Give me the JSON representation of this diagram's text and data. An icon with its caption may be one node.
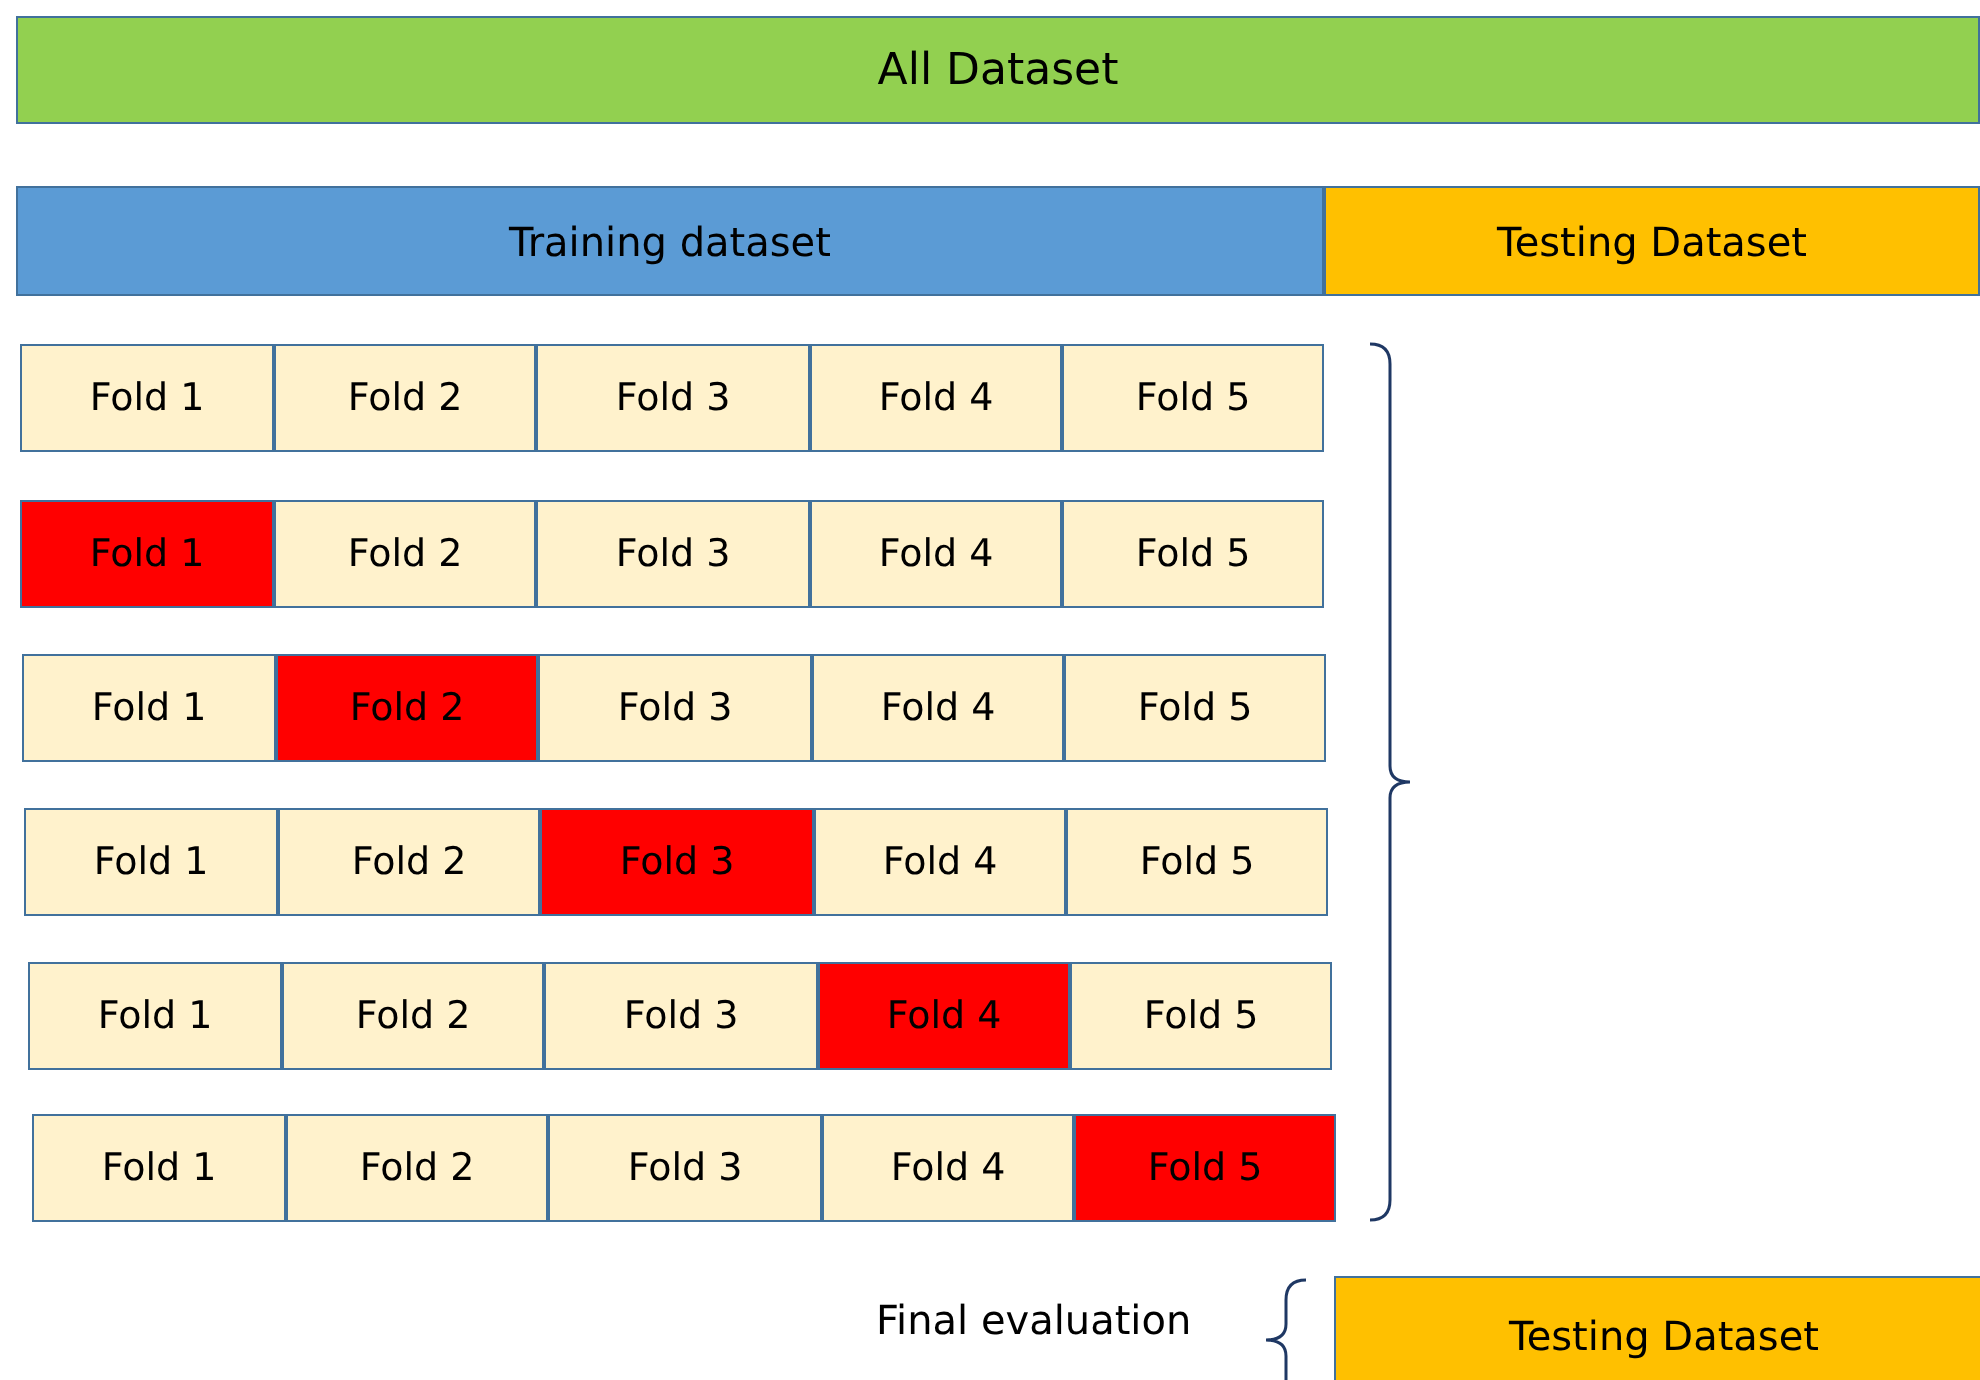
{
  "diagram": {
    "nodes": [
      {
        "text": [
          "All Dataset"
        ]
      },
      {
        "text": [
          "Training dataset"
        ]
      },
      {
        "text": [
          "Testing Dataset"
        ]
      },
      {
        "text": [
          "Fold 1"
        ]
      },
      {
        "text": [
          "Fold 2"
        ]
      },
      {
        "text": [
          "Fold 3"
        ]
      },
      {
        "text": [
          "Fold 4"
        ]
      },
      {
        "text": [
          "Fold 5"
        ]
      },
      {
        "text": [
          "Fold 1"
        ]
      },
      {
        "text": [
          "Fold 2"
        ]
      },
      {
        "text": [
          "Fold 3"
        ]
      },
      {
        "text": [
          "Fold 4"
        ]
      },
      {
        "text": [
          "Fold 5"
        ]
      },
      {
        "text": [
          "Fold 1"
        ]
      },
      {
        "text": [
          "Fold 2"
        ]
      },
      {
        "text": [
          "Fold 3"
        ]
      },
      {
        "text": [
          "Fold 4"
        ]
      },
      {
        "text": [
          "Fold 5"
        ]
      },
      {
        "text": [
          "Fold 1"
        ]
      },
      {
        "text": [
          "Fold 2"
        ]
      },
      {
        "text": [
          "Fold 3"
        ]
      },
      {
        "text": [
          "Fold 4"
        ]
      },
      {
        "text": [
          "Fold 5"
        ]
      },
      {
        "text": [
          "Fold 1"
        ]
      },
      {
        "text": [
          "Fold 2"
        ]
      },
      {
        "text": [
          "Fold 3"
        ]
      },
      {
        "text": [
          "Fold 4"
        ]
      },
      {
        "text": [
          "Fold 5"
        ]
      },
      {
        "text": [
          "Fold 1"
        ]
      },
      {
        "text": [
          "Fold 2"
        ]
      },
      {
        "text": [
          "Fold 3"
        ]
      },
      {
        "text": [
          "Fold 4"
        ]
      },
      {
        "text": [
          "Fold 5"
        ]
      },
      {
        "text": [
          "Testing Dataset"
        ]
      }
    ],
    "edges": [],
    "labels": [
      "Final evaluation"
    ]
  }
}
